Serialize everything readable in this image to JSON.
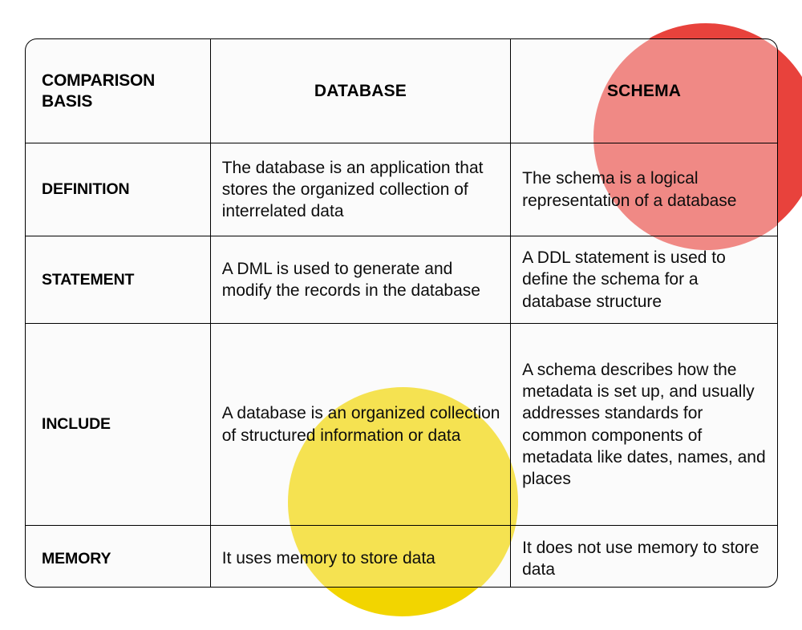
{
  "figure": {
    "type": "comparison-table",
    "background_color": "#FFFFFF",
    "card_background": "#FBFBFB",
    "border_color": "#000000"
  },
  "decorations": [
    {
      "name": "red-circle",
      "color": "#E8423C",
      "position": "top-right"
    },
    {
      "name": "yellow-circle",
      "color": "#F2D500",
      "position": "bottom-center-left"
    }
  ],
  "table": {
    "headers": {
      "basis": "COMPARISON BASIS",
      "col1": "DATABASE",
      "col2": "SCHEMA"
    },
    "rows": [
      {
        "label": "DEFINITION",
        "database": "The database is an application that stores the organized collection of interrelated data",
        "schema": "The schema is a logical representation of a database"
      },
      {
        "label": "STATEMENT",
        "database": "A DML is used to generate and modify the records in the database",
        "schema": "A DDL statement is used to define the schema for a database structure"
      },
      {
        "label": "INCLUDE",
        "database": "A database is an organized collection of structured information or data",
        "schema": "A schema describes how the metadata is set up, and usually addresses standards for common components of metadata like dates, names, and places"
      },
      {
        "label": "MEMORY",
        "database": "It uses memory to store data",
        "schema": "It does not use memory to store data"
      }
    ]
  }
}
